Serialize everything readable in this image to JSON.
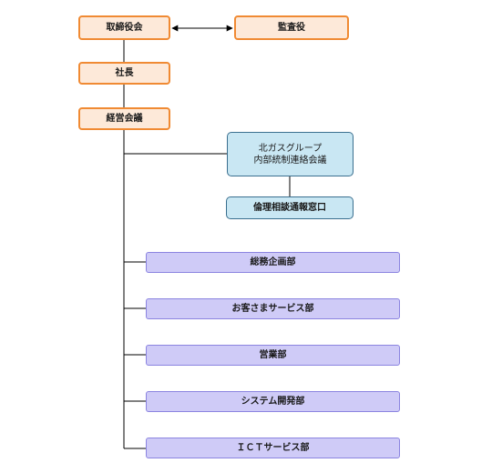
{
  "org": {
    "board": "取締役会",
    "auditor": "監査役",
    "president": "社長",
    "management_meeting": "経営会議",
    "group_council_line1": "北ガスグループ",
    "group_council_line2": "内部統制連絡会議",
    "ethics_desk": "倫理相談通報窓口",
    "departments": [
      "総務企画部",
      "お客さまサービス部",
      "営業部",
      "システム開発部",
      "ＩＣＴサービス部"
    ]
  },
  "colors": {
    "executive_fill": "#fde9d9",
    "executive_border": "#f08a33",
    "council_fill": "#c9e7f3",
    "council_border": "#3a6f8f",
    "department_fill": "#cfcbf7",
    "department_border": "#8b84e0",
    "connector": "#000000"
  }
}
